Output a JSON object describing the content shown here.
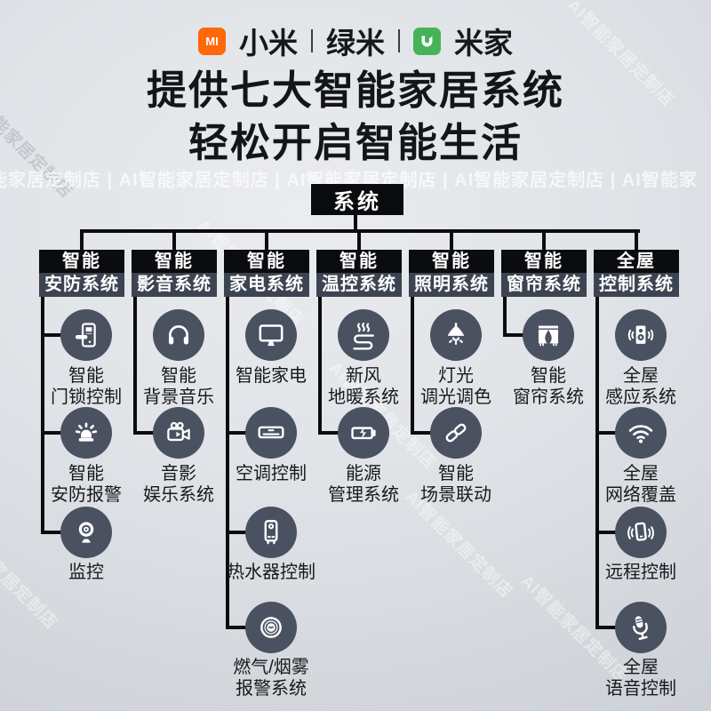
{
  "brand_bar": {
    "xiaomi_logo_text": "MI",
    "brands": [
      "小米",
      "绿米",
      "米家"
    ]
  },
  "title": {
    "line1": "提供七大智能家居系统",
    "line2": "轻松开启智能生活"
  },
  "watermarks": {
    "band": "能家居定制店 | AI智能家居定制店 | AI智能家居定制店 | AI智能家居定制店 | AI智能家",
    "diagonal": "AI智能家居定制店"
  },
  "tree": {
    "root_label": "系统",
    "columns": [
      {
        "header": [
          "智能",
          "安防系统"
        ],
        "items": [
          {
            "icon": "smart-lock",
            "label_lines": [
              "智能",
              "门锁控制"
            ]
          },
          {
            "icon": "alarm-siren",
            "label_lines": [
              "智能",
              "安防报警"
            ]
          },
          {
            "icon": "security-camera",
            "label_lines": [
              "监控"
            ]
          }
        ]
      },
      {
        "header": [
          "智能",
          "影音系统"
        ],
        "items": [
          {
            "icon": "headphones",
            "label_lines": [
              "智能",
              "背景音乐"
            ]
          },
          {
            "icon": "video-camera",
            "label_lines": [
              "音影",
              "娱乐系统"
            ]
          }
        ]
      },
      {
        "header": [
          "智能",
          "家电系统"
        ],
        "items": [
          {
            "icon": "monitor",
            "label_lines": [
              "智能家电"
            ]
          },
          {
            "icon": "air-conditioner",
            "label_lines": [
              "空调控制"
            ]
          },
          {
            "icon": "water-heater",
            "label_lines": [
              "热水器控制"
            ]
          },
          {
            "icon": "smoke-detector",
            "label_lines": [
              "燃气/烟雾",
              "报警系统"
            ]
          }
        ]
      },
      {
        "header": [
          "智能",
          "温控系统"
        ],
        "items": [
          {
            "icon": "floor-heating",
            "label_lines": [
              "新风",
              "地暖系统"
            ]
          },
          {
            "icon": "energy-battery",
            "label_lines": [
              "能源",
              "管理系统"
            ]
          }
        ]
      },
      {
        "header": [
          "智能",
          "照明系统"
        ],
        "items": [
          {
            "icon": "ceiling-lamp",
            "label_lines": [
              "灯光",
              "调光调色"
            ]
          },
          {
            "icon": "scene-link",
            "label_lines": [
              "智能",
              "场景联动"
            ]
          }
        ]
      },
      {
        "header": [
          "智能",
          "窗帘系统"
        ],
        "items": [
          {
            "icon": "curtain",
            "label_lines": [
              "智能",
              "窗帘系统"
            ]
          }
        ]
      },
      {
        "header": [
          "全屋",
          "控制系统"
        ],
        "items": [
          {
            "icon": "speaker-sensor",
            "label_lines": [
              "全屋",
              "感应系统"
            ]
          },
          {
            "icon": "wifi",
            "label_lines": [
              "全屋",
              "网络覆盖"
            ]
          },
          {
            "icon": "phone-remote",
            "label_lines": [
              "远程控制"
            ]
          },
          {
            "icon": "microphone",
            "label_lines": [
              "全屋",
              "语音控制"
            ]
          }
        ]
      }
    ]
  },
  "colors": {
    "xiaomi_orange": "#ff6709",
    "mijia_green": "#47b357",
    "icon_circle": "#4a5161",
    "header_top_bar": "#0a0c0f",
    "header_bottom_bar": "#3d4451",
    "connector_line": "#0c0c0c",
    "background": "#dde0e4"
  }
}
